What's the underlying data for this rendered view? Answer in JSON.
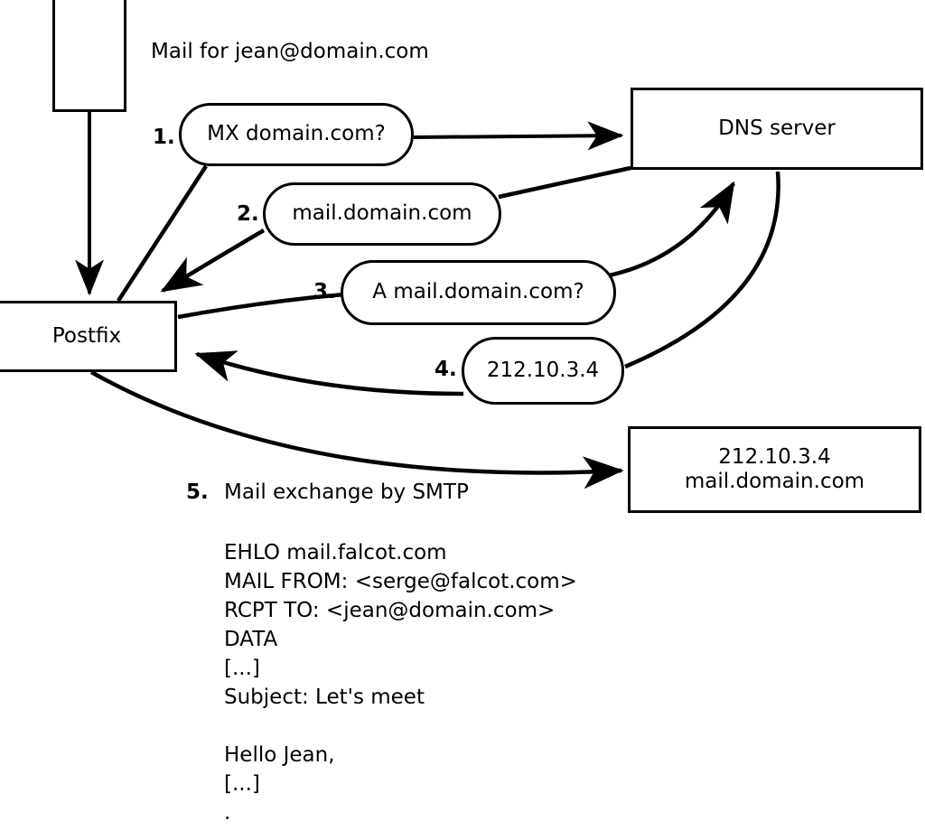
{
  "diagram": {
    "title_text": "Mail for jean@domain.com",
    "nodes": {
      "mail_client": {
        "label": ""
      },
      "postfix": {
        "label": "Postfix"
      },
      "dns_server": {
        "label": "DNS server"
      },
      "mail_host": {
        "label": "212.10.3.4\nmail.domain.com"
      }
    },
    "steps": [
      {
        "num": "1.",
        "bubble": "MX domain.com?"
      },
      {
        "num": "2.",
        "bubble": "mail.domain.com"
      },
      {
        "num": "3.",
        "bubble": "A mail.domain.com?"
      },
      {
        "num": "4.",
        "bubble": "212.10.3.4"
      }
    ],
    "step5": {
      "num": "5.",
      "label": "Mail exchange by SMTP"
    },
    "smtp_transcript": [
      "EHLO mail.falcot.com",
      "MAIL FROM: <serge@falcot.com>",
      "RCPT TO: <jean@domain.com>",
      "DATA",
      "[...]",
      "Subject: Let's meet",
      "",
      "Hello Jean,",
      "[...]",
      "."
    ],
    "colors": {
      "stroke": "#000000",
      "background": "#ffffff",
      "text": "#000000"
    }
  }
}
